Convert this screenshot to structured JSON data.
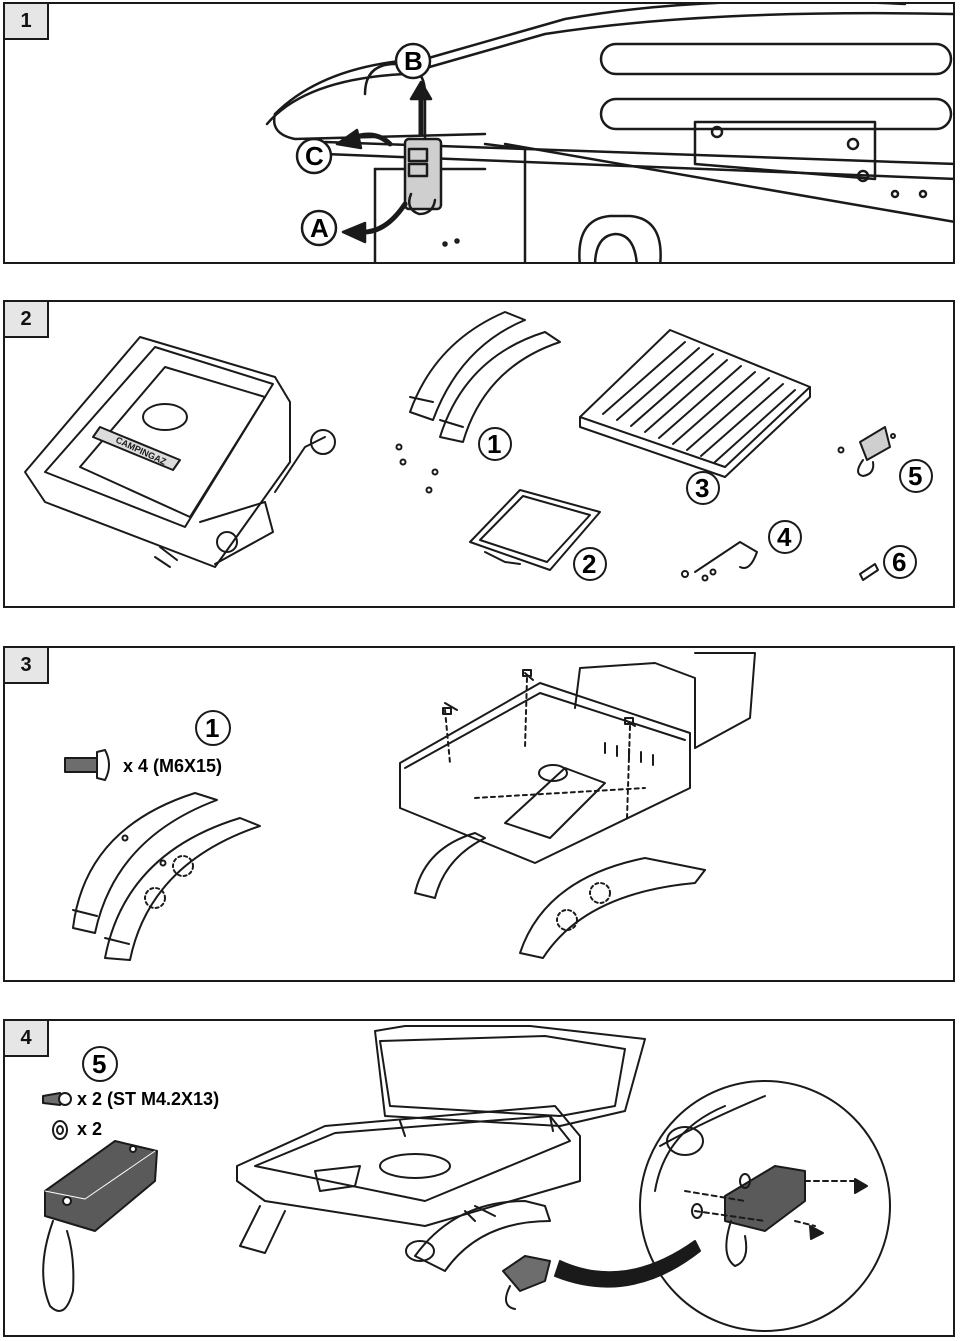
{
  "steps": [
    {
      "number": "1",
      "callouts": {
        "a": "A",
        "b": "B",
        "c": "C"
      }
    },
    {
      "number": "2",
      "parts": [
        "1",
        "2",
        "3",
        "4",
        "5",
        "6"
      ],
      "brand_text": "CAMPINGAZ"
    },
    {
      "number": "3",
      "part_ref": "1",
      "screw_qty": "x 4 (M6X15)"
    },
    {
      "number": "4",
      "part_ref": "5",
      "screw_qty": "x 2 (ST M4.2X13)",
      "washer_qty": "x 2"
    }
  ],
  "colors": {
    "line": "#1a1a1a",
    "step_box_fill": "#e6e6e6",
    "dark_part": "#5a5a5a"
  }
}
